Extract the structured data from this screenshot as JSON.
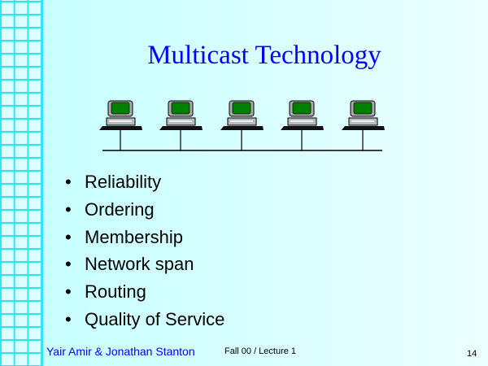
{
  "slide": {
    "title": "Multicast Technology",
    "bullets": [
      "Reliability",
      "Ordering",
      "Membership",
      "Network span",
      "Routing",
      "Quality of Service"
    ],
    "bullet_glyph": "•",
    "footer_authors": "Yair Amir & Jonathan Stanton",
    "footer_course": "Fall 00 / Lecture 1",
    "page_number": "14"
  },
  "colors": {
    "title": "#0000ff",
    "grid": "#2ee6f0",
    "screen": "#008000"
  }
}
